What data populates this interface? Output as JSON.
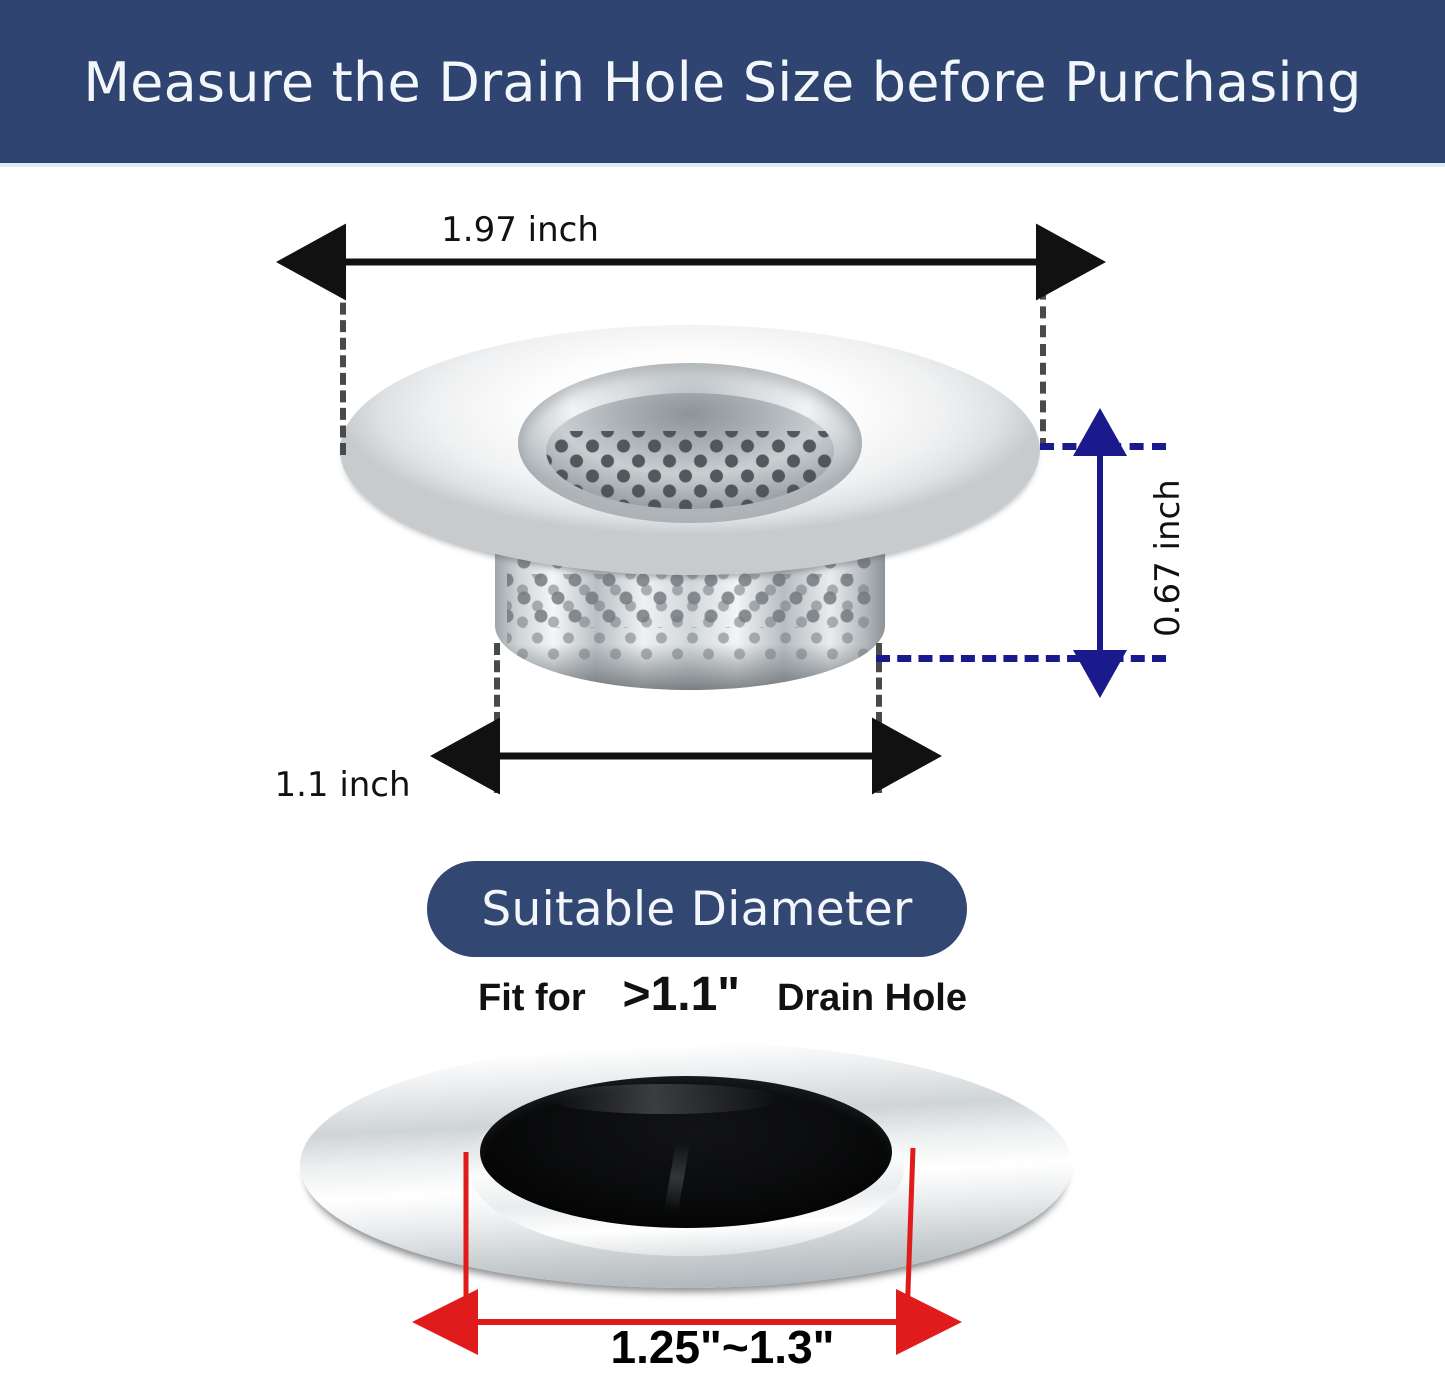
{
  "banner": {
    "title": "Measure the Drain Hole Size before Purchasing"
  },
  "product": {
    "name": "stainless-steel-sink-drain-strainer",
    "dimensions": {
      "outer_diameter": "1.97 inch",
      "height": "0.67 inch",
      "basket_diameter": "1.1 inch"
    }
  },
  "suitable": {
    "badge_label": "Suitable Diameter",
    "fit_prefix": "Fit for",
    "fit_value": ">1.1\"",
    "fit_suffix": "Drain Hole"
  },
  "drain": {
    "name": "sink-drain-hole-flange",
    "hole_range_label": "1.25\"~1.3\""
  },
  "colors": {
    "banner_navy": "#2f4470",
    "badge_navy": "#324771",
    "banner_text": "#f2f7fb",
    "dim_black": "#111111",
    "dim_blue": "#1a1a8c",
    "dim_red": "#e01b1b",
    "guide_gray": "#4a4a4a",
    "banner_underline": "#d9eef5"
  }
}
